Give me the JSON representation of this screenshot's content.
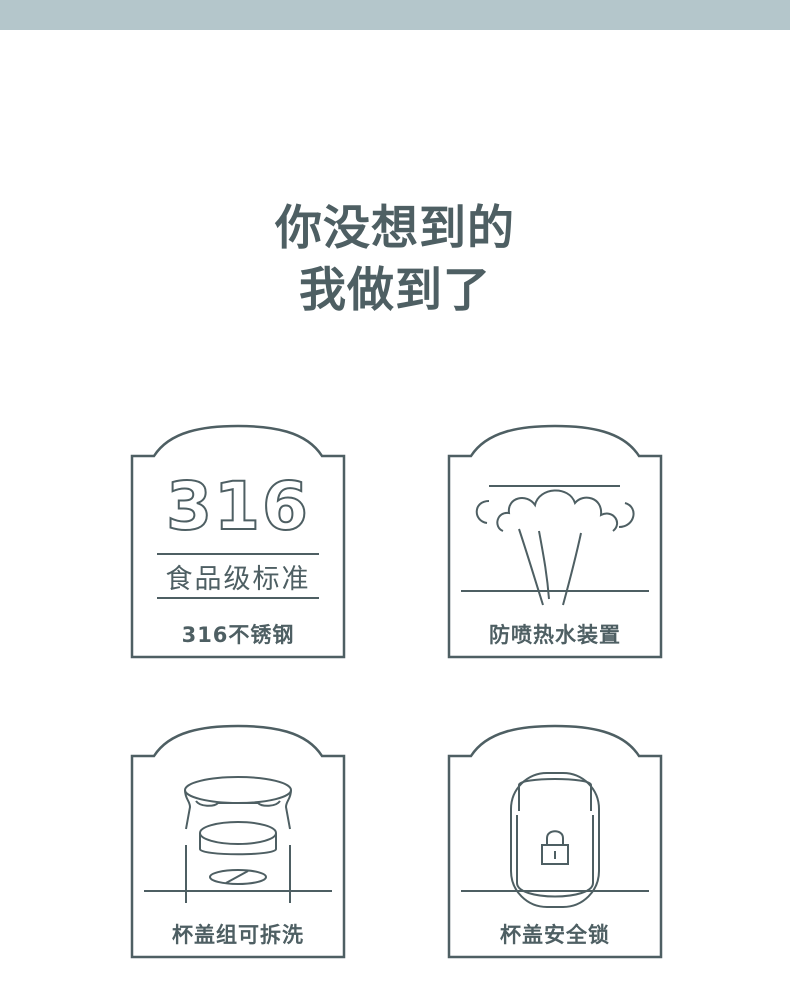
{
  "colors": {
    "top_bar": "#b4c6cb",
    "ink": "#4e5f63",
    "background": "#ffffff"
  },
  "headline": {
    "line1": "你没想到的",
    "line2": "我做到了"
  },
  "features": [
    {
      "icon": "steel-316-badge",
      "number": "316",
      "grade": "食品级标准",
      "caption": "316不锈钢"
    },
    {
      "icon": "steam-spray-icon",
      "caption": "防喷热水装置"
    },
    {
      "icon": "detachable-lid-icon",
      "caption": "杯盖组可拆洗"
    },
    {
      "icon": "lock-icon",
      "caption": "杯盖安全锁"
    }
  ]
}
